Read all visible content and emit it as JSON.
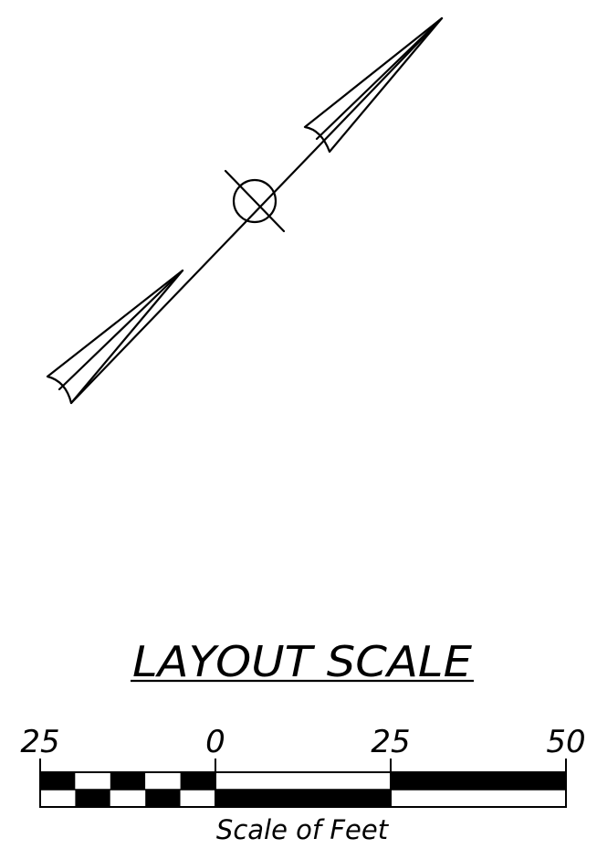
{
  "north_arrow": {
    "stroke_color": "#000000"
  },
  "scale_bar": {
    "title": "LAYOUT SCALE",
    "tick_labels": [
      "25",
      "0",
      "25",
      "50"
    ],
    "caption": "Scale of Feet",
    "fill_color": "#000000",
    "background_color": "#ffffff"
  }
}
